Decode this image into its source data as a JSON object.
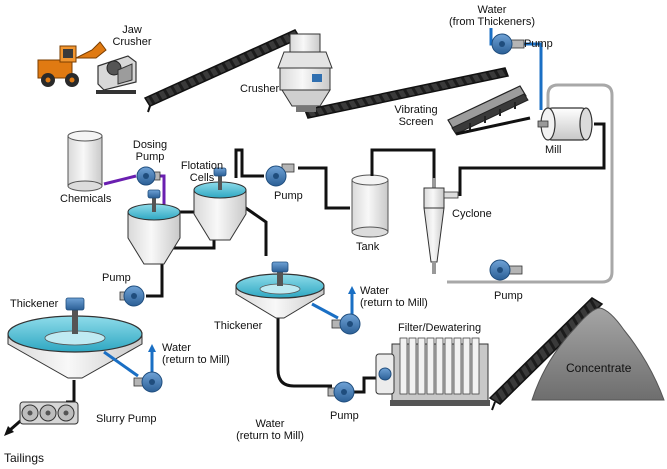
{
  "labels": {
    "jaw_crusher": "Jaw\nCrusher",
    "water_from_thickeners": "Water\n(from Thickeners)",
    "pump_top": "Pump",
    "crusher": "Crusher",
    "vibrating_screen": "Vibrating\nScreen",
    "mill": "Mill",
    "dosing_pump": "Dosing\nPump",
    "flotation_cells": "Flotation\nCells",
    "chemicals": "Chemicals",
    "pump_flotation": "Pump",
    "tank": "Tank",
    "cyclone": "Cyclone",
    "pump_left": "Pump",
    "pump_cyclone": "Pump",
    "thickener_left": "Thickener",
    "thickener_mid": "Thickener",
    "water_return_mid": "Water\n(return to Mill)",
    "water_return_left": "Water\n(return to Mill)",
    "filter_dewatering": "Filter/Dewatering",
    "concentrate": "Concentrate",
    "slurry_pump": "Slurry Pump",
    "pump_bottom": "Pump",
    "water_return_bottom": "Water\n(return to Mill)",
    "tailings": "Tailings"
  },
  "colors": {
    "pipe": "#111111",
    "water_line": "#1a6fc4",
    "chemical_line": "#6a1fb0",
    "return_line": "#a8a8a8",
    "pump_blue": "#3b79b8",
    "tank_fill": "#f0f0f0",
    "slurry_fill": "#5fc6d8",
    "loader_orange": "#e07a12",
    "concentrate_fill": "#8c8c8c"
  }
}
